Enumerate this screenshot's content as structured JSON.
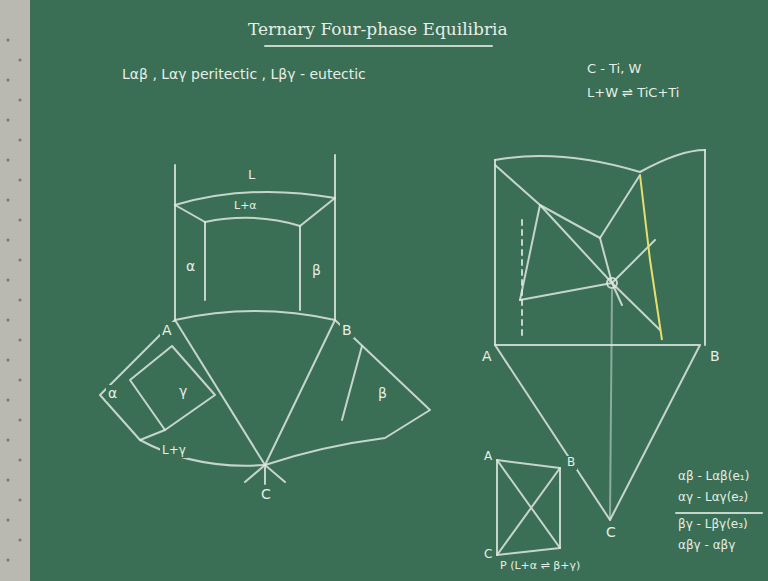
{
  "diagram": {
    "title": "Ternary Four-phase Equilibria",
    "labels": [
      "Lαβ , Lαγ peritectic , Lβγ - eutectic",
      "C - Ti, W",
      "L+W ⇌ TiC+Ti",
      "L",
      "L+α",
      "α",
      "β",
      "A",
      "B",
      "α",
      "γ",
      "L+γ",
      "β",
      "C",
      "A",
      "B",
      "C",
      "A",
      "B",
      "C",
      "P (L+α ⇌ β+γ)",
      "αβ - Lαβ(e₁)",
      "αγ - Lαγ(e₂)",
      "βγ - Lβγ(e₃)",
      "αβγ - αβγ"
    ]
  }
}
